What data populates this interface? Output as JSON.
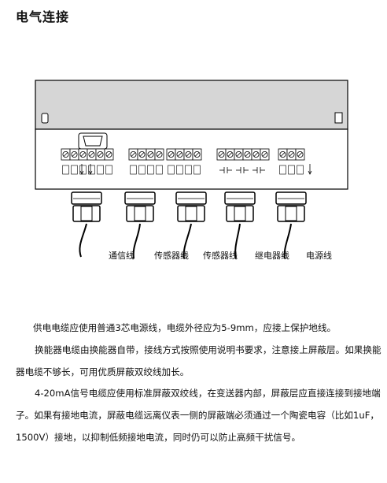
{
  "title": "电气连接",
  "labels": {
    "comm": "通信线",
    "sensor1": "传感器线",
    "sensor2": "传感器线",
    "relay": "继电器线",
    "power": "电源线"
  },
  "paragraphs": {
    "p1": "供电电缆应使用普通3芯电源线，电缆外径应为5-9mm，应接上保护地线。",
    "p2": "换能器电缆由换能器自带，接线方式按照使用说明书要求，注意接上屏蔽层。如果换能器电缆不够长，可用优质屏蔽双绞线加长。",
    "p3": "4-20mA信号电缆应使用标准屏蔽双绞线，在变送器内部，屏蔽层应直接连接到接地端子。如果有接地电流，屏蔽电缆远离仪表一侧的屏蔽端必须通过一个陶瓷电容（比如1uF，1500V）接地，以抑制低频接地电流，同时仍可以防止高频干扰信号。"
  },
  "icons": [
    "terminal-screw-icon",
    "ground-symbol-icon",
    "db9-connector-icon",
    "cable-gland-icon",
    "relay-contact-icon"
  ]
}
